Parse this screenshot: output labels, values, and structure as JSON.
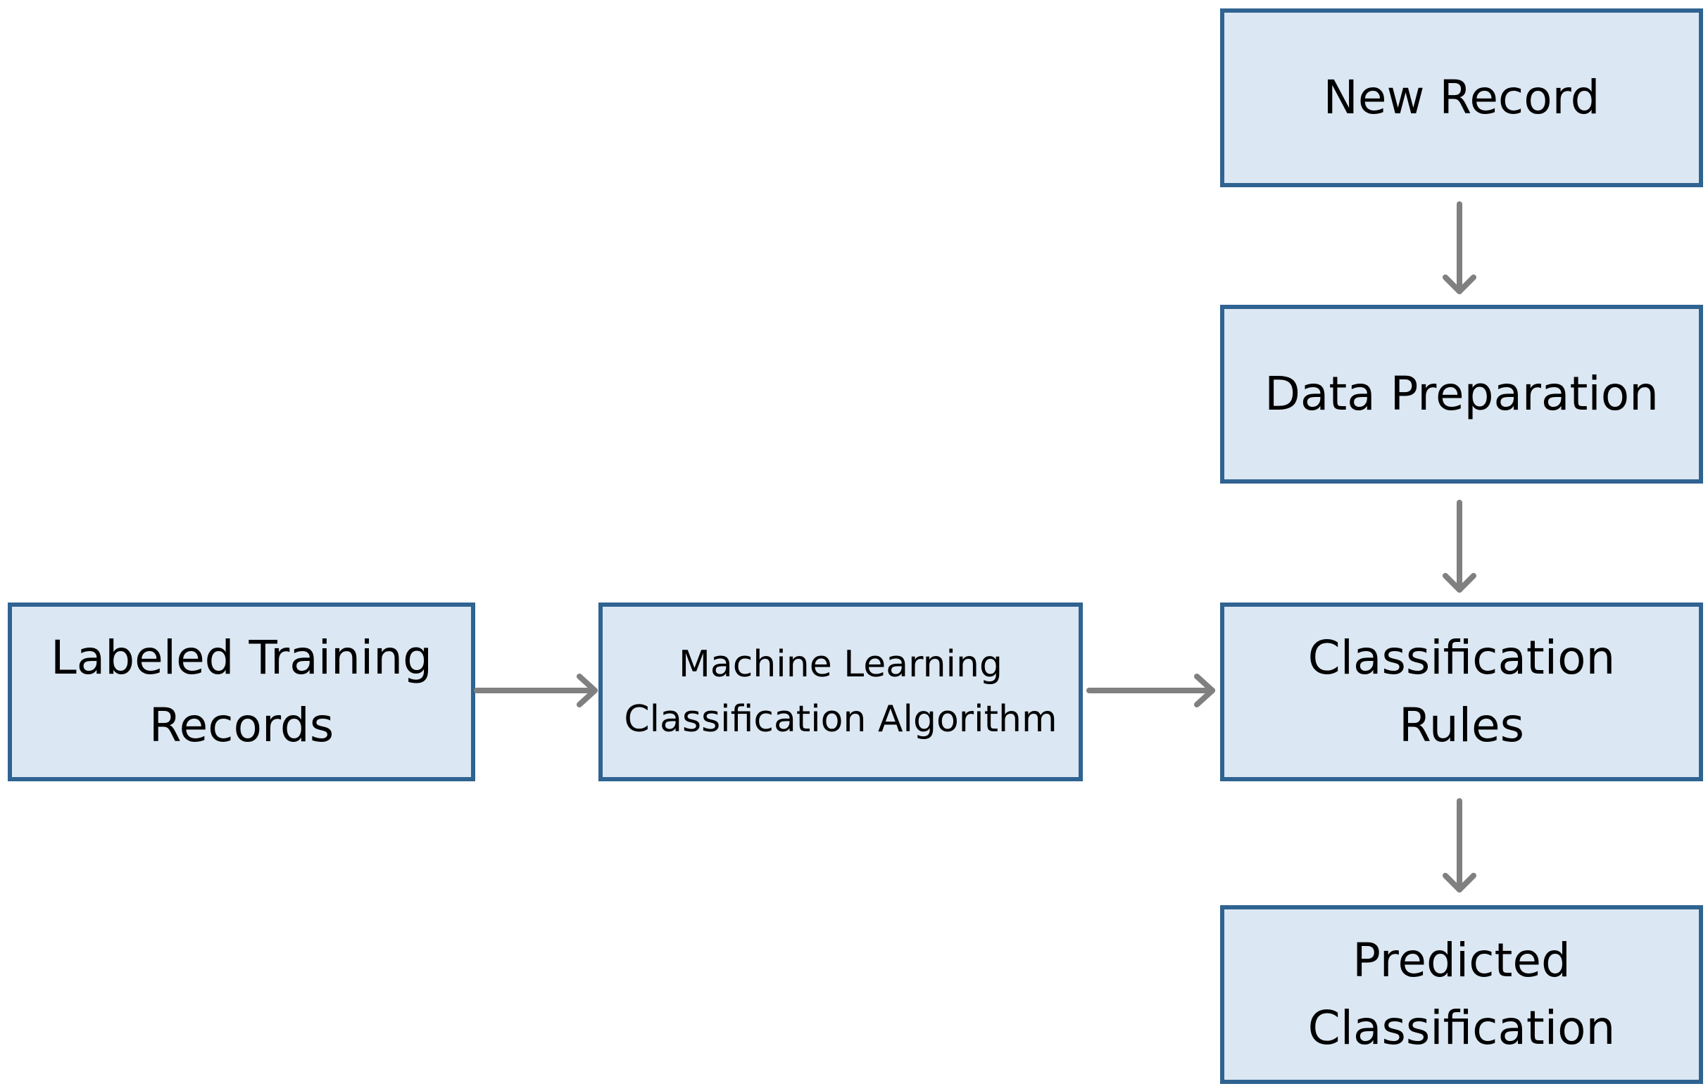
{
  "diagram": {
    "nodes": {
      "new_record": {
        "lines": [
          "New Record"
        ]
      },
      "data_preparation": {
        "lines": [
          "Data Preparation"
        ]
      },
      "classification_rules": {
        "lines": [
          "Classification",
          "Rules"
        ]
      },
      "predicted_classification": {
        "lines": [
          "Predicted",
          "Classification"
        ]
      },
      "labeled_training_records": {
        "lines": [
          "Labeled Training",
          "Records"
        ]
      },
      "ml_algorithm": {
        "lines": [
          "Machine Learning",
          "Classification Algorithm"
        ]
      }
    },
    "edges": [
      {
        "from": "new_record",
        "to": "data_preparation"
      },
      {
        "from": "data_preparation",
        "to": "classification_rules"
      },
      {
        "from": "classification_rules",
        "to": "predicted_classification"
      },
      {
        "from": "labeled_training_records",
        "to": "ml_algorithm"
      },
      {
        "from": "ml_algorithm",
        "to": "classification_rules"
      }
    ],
    "colors": {
      "node_fill": "#dbe7f2",
      "node_border": "#2f6391",
      "arrow": "#808080",
      "text": "#000000"
    }
  }
}
